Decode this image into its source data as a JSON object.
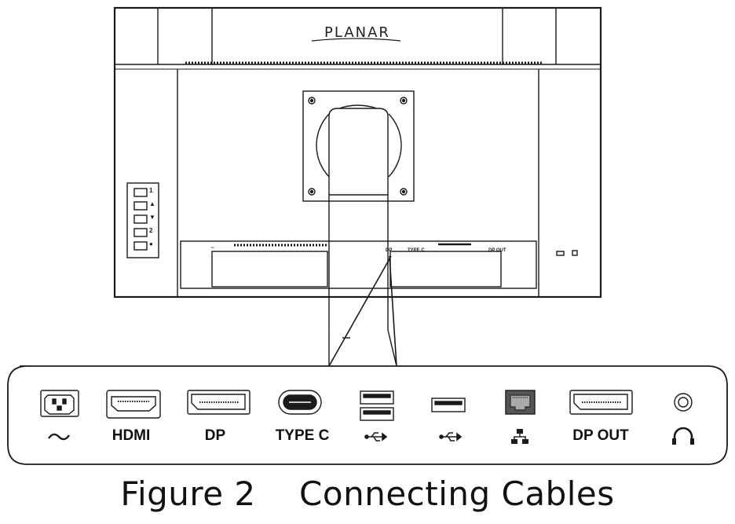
{
  "brand": "PLANAR",
  "caption": "Figure 2    Connecting Cables",
  "osd_buttons": [
    "1",
    "▲",
    "▼",
    "2",
    "●"
  ],
  "rear_labels": {
    "power": "~",
    "dp": "DP",
    "type_c": "TYPE C",
    "dp_out": "DP OUT"
  },
  "ports": [
    {
      "id": "power",
      "label": "~",
      "icon": "ac-power-inlet-icon"
    },
    {
      "id": "hdmi",
      "label": "HDMI",
      "icon": "hdmi-port-icon"
    },
    {
      "id": "dp",
      "label": "DP",
      "icon": "displayport-icon"
    },
    {
      "id": "type_c",
      "label": "TYPE C",
      "icon": "usb-type-c-icon"
    },
    {
      "id": "usb_down",
      "label": "",
      "icon": "usb-symbol-icon"
    },
    {
      "id": "usb_up",
      "label": "",
      "icon": "usb-symbol-icon"
    },
    {
      "id": "lan",
      "label": "",
      "icon": "network-icon"
    },
    {
      "id": "dp_out",
      "label": "DP OUT",
      "icon": "displayport-out-icon"
    },
    {
      "id": "audio",
      "label": "",
      "icon": "headphone-icon"
    }
  ]
}
